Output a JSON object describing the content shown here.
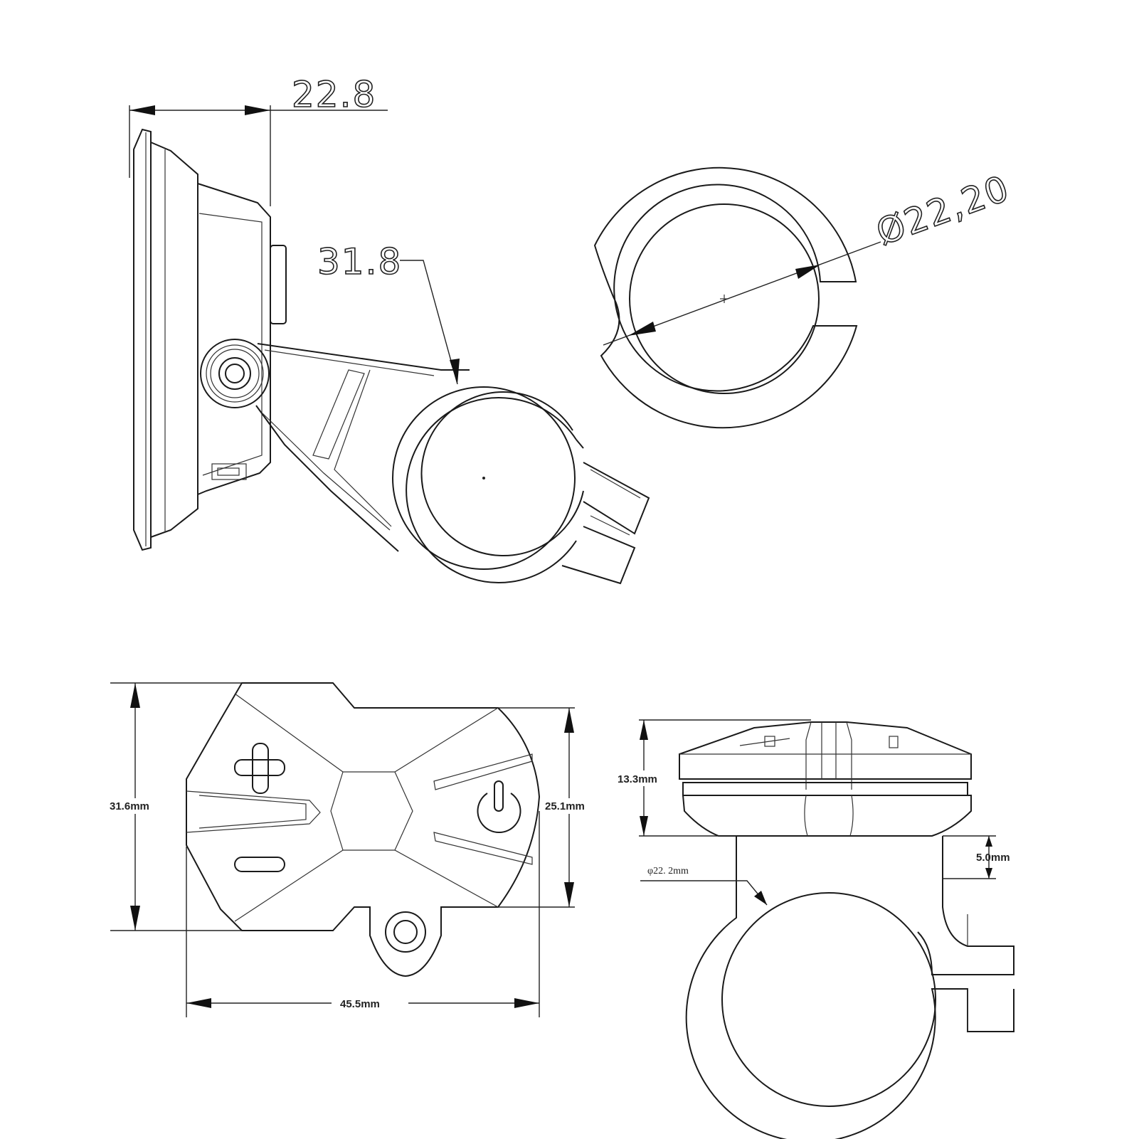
{
  "side_view": {
    "width_label": "22.8",
    "clamp_label": "31.8"
  },
  "ring_view": {
    "diameter_label": "Ø22,20"
  },
  "front_view": {
    "height_label": "31.6mm",
    "height_inner_label": "25.1mm",
    "width_label": "45.5mm",
    "buttons": {
      "plus": "plus-icon",
      "minus": "minus-icon",
      "mode": "arrow-icon",
      "power": "power-icon"
    }
  },
  "clamp_view": {
    "height_label": "13.3mm",
    "gap_label": "5.0mm",
    "diameter_label": "φ22. 2mm"
  }
}
